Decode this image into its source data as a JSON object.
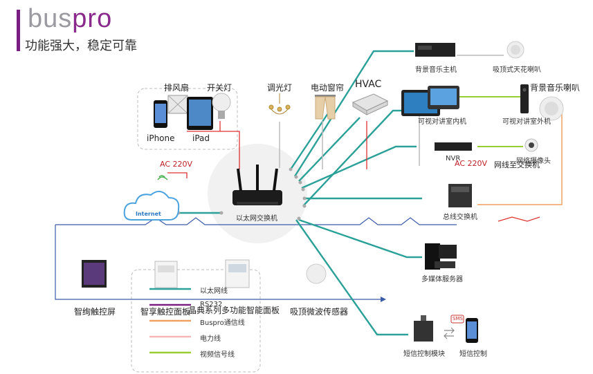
{
  "brand": {
    "part1": "bus",
    "part2": "pro",
    "tagline": "功能强大，稳定可靠"
  },
  "devices": {
    "exhaust_fan": "排风扇",
    "switch_light": "开关灯",
    "dimmer_light": "调光灯",
    "curtain": "电动窗帘",
    "hvac": "HVAC",
    "iphone": "iPhone",
    "ipad": "iPad",
    "bg_music_host": "背景音乐主机",
    "ceiling_speaker": "吸顶式天花喇叭",
    "video_indoor": "可视对讲室内机",
    "video_outdoor": "可视对讲室外机",
    "bg_music_speaker": "背景音乐喇叭",
    "nvr": "NVR",
    "network_camera": "网络摄像头",
    "ac220_left": "AC 220V",
    "ac220_right": "AC 220V",
    "network_to_switch": "网线至交换机",
    "ethernet_switch": "以太网交换机",
    "internet": "Internet",
    "bus_switch": "总线交换机",
    "media_server": "多媒体服务器",
    "smart_touch_screen": "智绚触控屏",
    "smart_touch_panel": "智享触控面板",
    "classic_panel": "晶典系列多功能智能面板",
    "microwave_sensor": "吸顶微波传感器",
    "sms_module": "短信控制模块",
    "sms_control": "短信控制",
    "sms_badge": "SMS"
  },
  "legend": {
    "ethernet": "以太网线",
    "rs232": "RS232",
    "buspro": "Buspro通信线",
    "power": "电力线",
    "video": "视频信号线"
  },
  "colors": {
    "ethernet": "#2aa198",
    "buspro": "#f0a060",
    "power": "#f4b6b6",
    "video": "#9acd32",
    "red": "#e03030",
    "bus": "#3b5aa8",
    "purple": "#7a1f82"
  }
}
